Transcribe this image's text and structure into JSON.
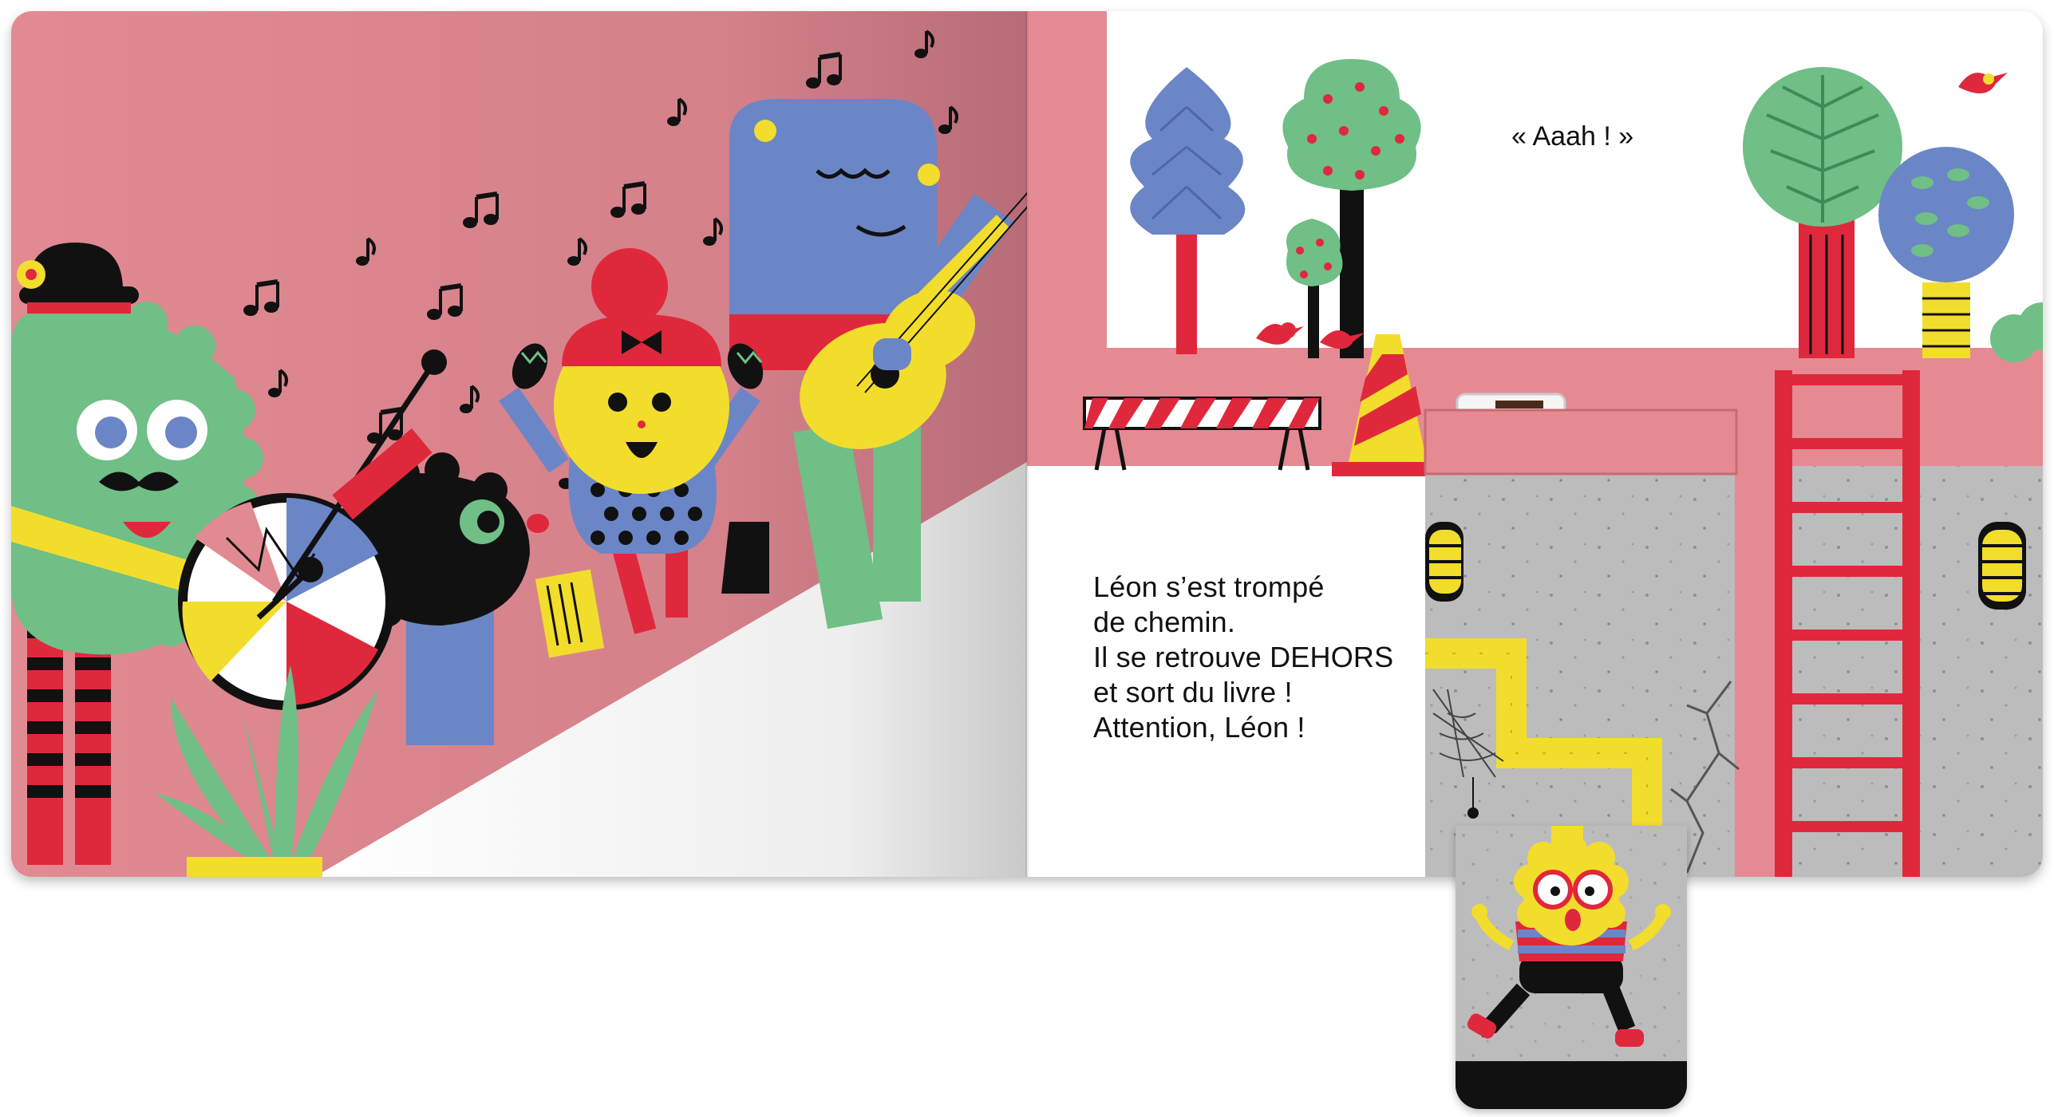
{
  "speech_bubble": "« Aaah ! »",
  "story_text": [
    "Léon s’est trompé",
    "de chemin.",
    "Il se retrouve DEHORS",
    "et sort du livre !",
    "Attention, Léon !"
  ],
  "colors": {
    "page_pink": "#e28a92",
    "wall_pink": "#e58a92",
    "sky": "#ffffff",
    "tunnel_grey": "#b9b9b9",
    "accent_red": "#e0283c",
    "accent_yellow": "#f2dd2c",
    "character_green": "#6fbf86",
    "character_blue": "#6b86c6"
  }
}
